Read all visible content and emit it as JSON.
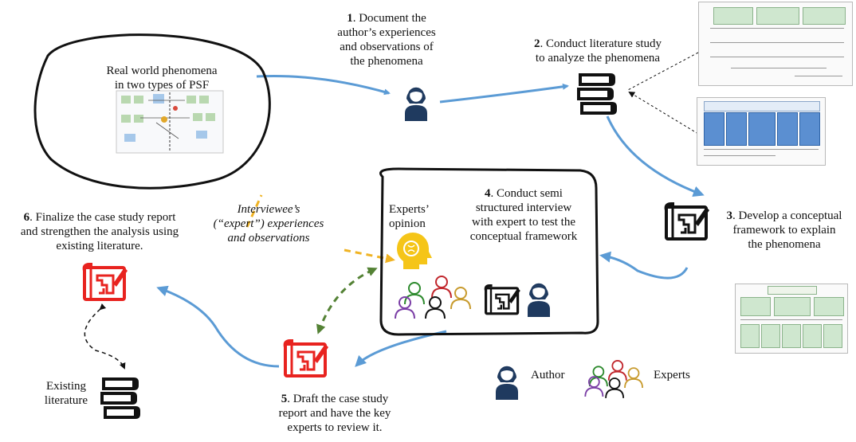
{
  "phenomena": {
    "line1": "Real world phenomena",
    "line2": "in two types of PSF"
  },
  "steps": {
    "s1": {
      "num": "1",
      "l1": ". Document the",
      "l2": "author’s experiences",
      "l3": "and observations of",
      "l4": "the phenomena"
    },
    "s2": {
      "num": "2",
      "l1": ". Conduct literature  study",
      "l2": "to analyze the phenomena"
    },
    "s3": {
      "num": "3",
      "l1": ". Develop a conceptual",
      "l2": "framework to explain",
      "l3": "the phenomena"
    },
    "s4": {
      "num": "4",
      "l1": ". Conduct semi",
      "l2": "structured interview",
      "l3": "with expert to test the",
      "l4": "conceptual framework"
    },
    "s5": {
      "num": "5",
      "l1": ". Draft the case study",
      "l2": "report and have the key",
      "l3": "experts to review it."
    },
    "s6": {
      "num": "6",
      "l1": ". Finalize the case study report",
      "l2": "and strengthen the analysis using",
      "l3": "existing literature."
    }
  },
  "interviewee": {
    "l1": "Interviewee’s",
    "l2": "(“expert”) experiences",
    "l3": "and observations"
  },
  "experts_opinion": {
    "l1": "Experts’",
    "l2": "opinion"
  },
  "existing_literature": {
    "l1": "Existing",
    "l2": "literature"
  },
  "legend": {
    "author": "Author",
    "experts": "Experts"
  },
  "colors": {
    "flow_arrow": "#5b9bd5",
    "interviewee_arrow": "#f0b323",
    "review_arrow": "#548235",
    "framework_red": "#e8231f",
    "icon_dark": "#1f3a5f",
    "brain": "#f5c518"
  }
}
